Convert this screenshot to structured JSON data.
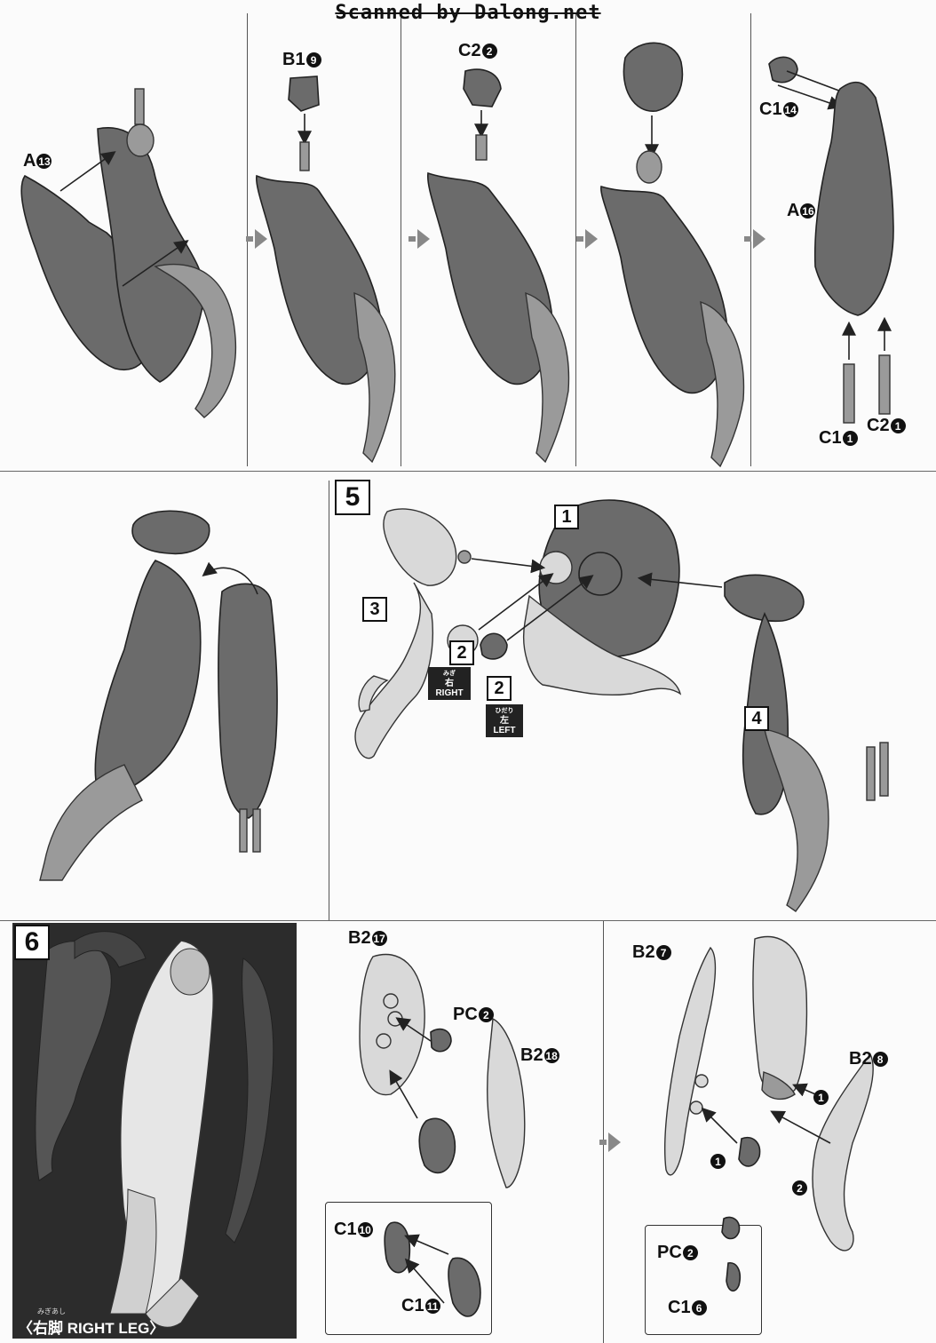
{
  "watermark": "Scanned by Dalong.net",
  "row1": {
    "panel1": {
      "label_a": "A",
      "label_a_num": "13"
    },
    "panel2": {
      "label_b1": "B1",
      "label_b1_num": "9"
    },
    "panel3": {
      "label_c2": "C2",
      "label_c2_num": "2"
    },
    "panel5": {
      "label_c1_top": "C1",
      "label_c1_top_num": "14",
      "label_a": "A",
      "label_a_num": "16",
      "label_c1_bottom": "C1",
      "label_c1_bottom_num": "1",
      "label_c2_bottom": "C2",
      "label_c2_bottom_num": "1"
    }
  },
  "step5": {
    "step_number": "5",
    "ref1": "1",
    "ref2_right": "2",
    "ref2_left": "2",
    "ref3": "3",
    "ref4": "4",
    "right_kana": "みぎ",
    "right_kanji": "右",
    "right_en": "RIGHT",
    "left_kana": "ひだり",
    "left_kanji": "左",
    "left_en": "LEFT"
  },
  "step6": {
    "step_number": "6",
    "caption_kana": "みぎあし",
    "caption_jp": "〈右脚",
    "caption_en": "RIGHT LEG〉",
    "sub1": {
      "b2_a": "B2",
      "b2_a_num": "17",
      "pc": "PC",
      "pc_num": "2",
      "b2_b": "B2",
      "b2_b_num": "18",
      "c1_a": "C1",
      "c1_a_num": "10",
      "c1_b": "C1",
      "c1_b_num": "11"
    },
    "sub2": {
      "b2_a": "B2",
      "b2_a_num": "7",
      "b2_b": "B2",
      "b2_b_num": "8",
      "pc": "PC",
      "pc_num": "2",
      "c1": "C1",
      "c1_num": "6",
      "order1": "1",
      "order2": "2"
    }
  }
}
